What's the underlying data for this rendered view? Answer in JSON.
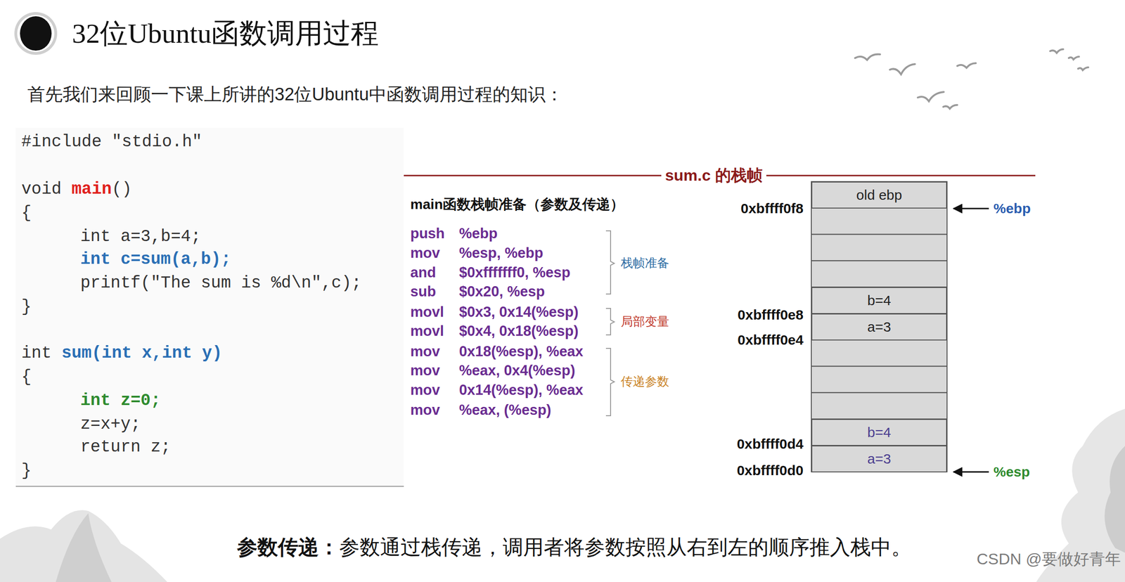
{
  "diagram": {
    "title": "32位Ubuntu函数调用过程",
    "nodes": [
      {
        "text": [
          "old ebp"
        ]
      },
      {
        "text": [
          "b=4"
        ]
      },
      {
        "text": [
          "a=3"
        ]
      },
      {
        "text": [
          "b=4"
        ]
      },
      {
        "text": [
          "a=3"
        ]
      }
    ],
    "labels": [
      "首先我们来回顾一下课上所讲的32位Ubuntu中函数调用过程的知识：",
      "#include \"stdio.h\"",
      "void",
      "main",
      "()",
      "{",
      "int a=3,b=4;",
      "int c=sum(a,b);",
      "printf(\"The sum is %d\\n\",c);",
      "}",
      "int",
      "sum(int x,int y)",
      "{",
      "int z=0;",
      "z=x+y;",
      "return z;",
      "}",
      "sum.c 的栈帧",
      "main函数栈帧准备（参数及传递）",
      "push",
      "%ebp",
      "mov",
      "%esp, %ebp",
      "and",
      "$0xfffffff0, %esp",
      "sub",
      "$0x20, %esp",
      "movl",
      "$0x3, 0x14(%esp)",
      "movl",
      "$0x4, 0x18(%esp)",
      "mov",
      "0x18(%esp), %eax",
      "mov",
      "%eax, 0x4(%esp)",
      "mov",
      "0x14(%esp), %eax",
      "mov",
      "%eax, (%esp)",
      "栈帧准备",
      "局部变量",
      "传递参数",
      "0xbffff0f8",
      "0xbffff0e8",
      "0xbffff0e4",
      "0xbffff0d4",
      "0xbffff0d0",
      "%ebp",
      "%esp",
      "参数传递：",
      "参数通过栈传递，调用者将参数按照从右到左的顺序推入栈中。",
      "CSDN @要做好青年"
    ]
  }
}
